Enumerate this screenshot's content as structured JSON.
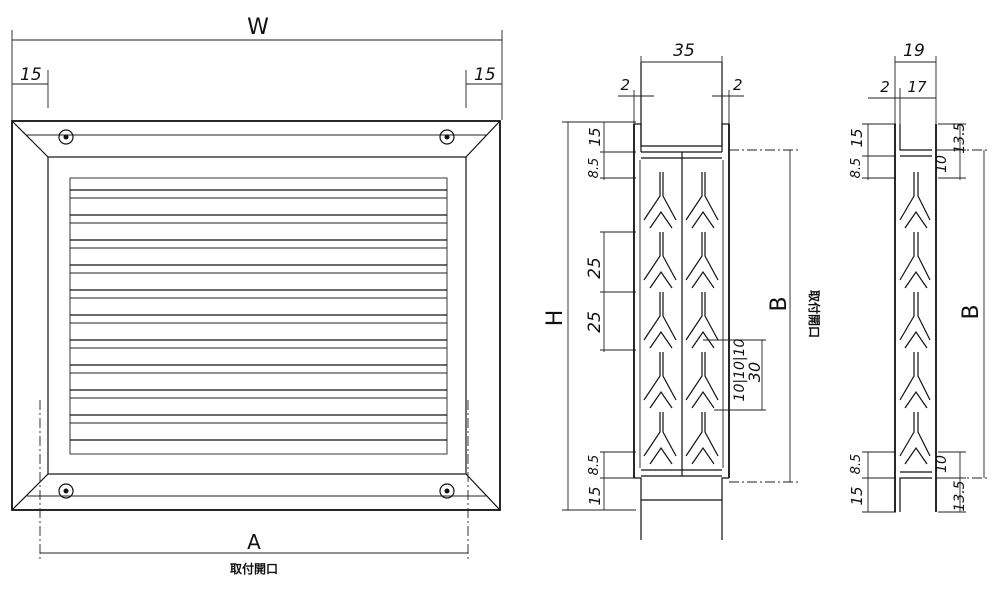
{
  "front_view": {
    "width_label": "W",
    "left_margin": "15",
    "right_margin": "15",
    "opening_label": "A",
    "opening_caption": "取付開口"
  },
  "section_double": {
    "depth": "35",
    "left_gap": "2",
    "right_gap": "2",
    "top_frame": "15",
    "top_offset": "8.5",
    "pitch_1": "25",
    "pitch_2": "25",
    "blade_dims": "10|10|10",
    "blade_span": "30",
    "bottom_offset": "8.5",
    "bottom_frame": "15",
    "height_label": "H",
    "opening_label": "B",
    "opening_caption": "取付開口"
  },
  "section_single": {
    "depth": "19",
    "left_gap": "2",
    "inner_depth": "17",
    "top_frame": "15",
    "top_offset": "8.5",
    "top_right": "13.5",
    "top_inner": "10",
    "bottom_offset": "8.5",
    "bottom_frame": "15",
    "bottom_inner": "10",
    "bottom_right": "13.5",
    "opening_label": "B"
  }
}
